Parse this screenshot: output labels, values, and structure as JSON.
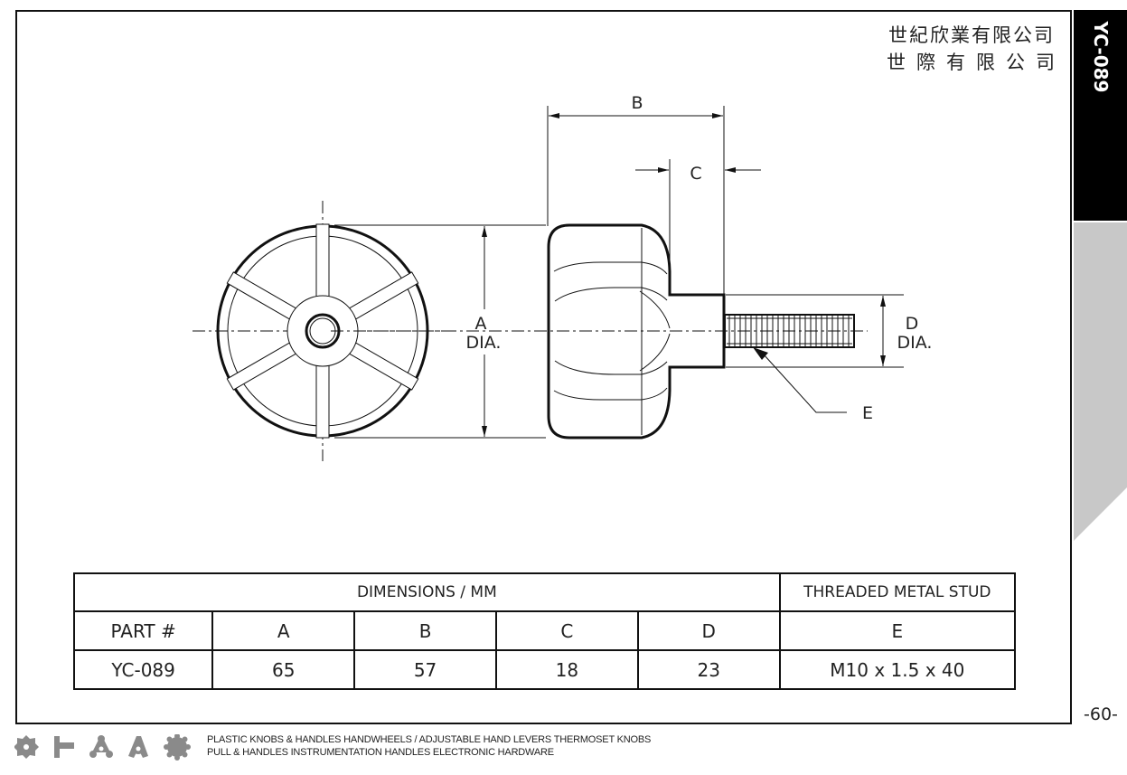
{
  "company": {
    "name_line1": "世紀欣業有限公司",
    "name_line2": "世際有限公司"
  },
  "side_tab": {
    "code": "YC-089"
  },
  "drawing": {
    "labels": {
      "b": "B",
      "c": "C",
      "a": "A",
      "a_dia": "DIA.",
      "d": "D",
      "d_dia": "DIA.",
      "e": "E"
    }
  },
  "table": {
    "dimensions_header": "DIMENSIONS / MM",
    "stud_header": "THREADED METAL STUD",
    "columns": [
      "PART #",
      "A",
      "B",
      "C",
      "D",
      "E"
    ],
    "rows": [
      [
        "YC-089",
        "65",
        "57",
        "18",
        "23",
        "M10 x 1.5 x 40"
      ]
    ]
  },
  "page_number": "-60-",
  "footer": {
    "line1": "PLASTIC KNOBS & HANDLES HANDWHEELS / ADJUSTABLE HAND LEVERS THERMOSET KNOBS",
    "line2": "PULL & HANDLES INSTRUMENTATION HANDLES ELECTRONIC HARDWARE",
    "icons": [
      "gear-knob-icon",
      "tee-handle-icon",
      "three-lobe-knob-icon",
      "three-arm-knob-icon",
      "scalloped-knob-icon"
    ]
  }
}
